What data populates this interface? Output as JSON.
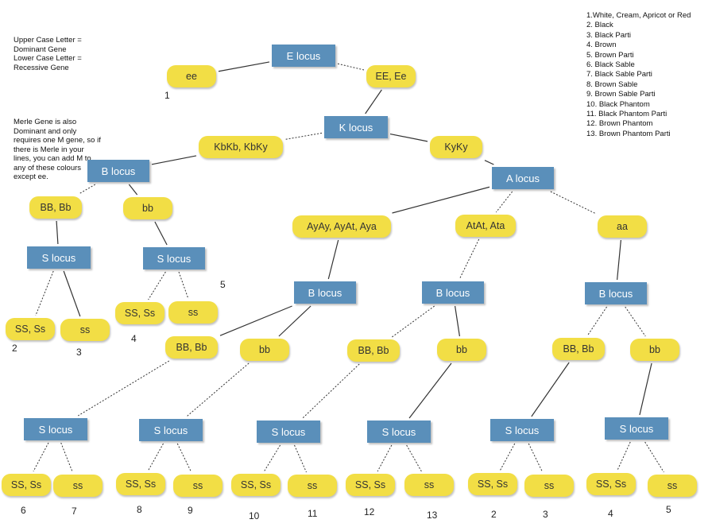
{
  "notes": {
    "genes": "Upper Case Letter =\nDominant Gene\nLower Case Letter =\nRecessive Gene",
    "merle": "Merle Gene is also\nDominant and only\nrequires one M gene, so if\nthere is Merle in your\nlines, you can add M to\nany of these colours\nexcept ee."
  },
  "legend": [
    "1.White, Cream, Apricot or Red",
    "2. Black",
    "3. Black Parti",
    "4. Brown",
    "5. Brown Parti",
    "6. Black Sable",
    "7. Black Sable Parti",
    "8. Brown Sable",
    "9. Brown Sable Parti",
    "10. Black Phantom",
    "11. Black Phantom Parti",
    "12. Brown Phantom",
    "13. Brown Phantom Parti"
  ],
  "colors": {
    "locus_box": "#5a8fba",
    "genotype_pill": "#f2de45",
    "line": "#333333"
  },
  "nodes": [
    {
      "id": "e_locus",
      "kind": "locus",
      "label": "E locus"
    },
    {
      "id": "ee",
      "kind": "genotype",
      "label": "ee"
    },
    {
      "id": "EE_Ee",
      "kind": "genotype",
      "label": "EE, Ee"
    },
    {
      "id": "k_locus",
      "kind": "locus",
      "label": "K locus"
    },
    {
      "id": "KbKb_KbKy",
      "kind": "genotype",
      "label": "KbKb, KbKy"
    },
    {
      "id": "KyKy",
      "kind": "genotype",
      "label": "KyKy"
    },
    {
      "id": "b_locus_1",
      "kind": "locus",
      "label": "B locus"
    },
    {
      "id": "a_locus",
      "kind": "locus",
      "label": "A locus"
    },
    {
      "id": "BB_Bb_1",
      "kind": "genotype",
      "label": "BB, Bb"
    },
    {
      "id": "bb_1",
      "kind": "genotype",
      "label": "bb"
    },
    {
      "id": "AyAy",
      "kind": "genotype",
      "label": "AyAy, AyAt, Aya"
    },
    {
      "id": "AtAt",
      "kind": "genotype",
      "label": "AtAt, Ata"
    },
    {
      "id": "aa",
      "kind": "genotype",
      "label": "aa"
    },
    {
      "id": "s_locus_1",
      "kind": "locus",
      "label": "S locus"
    },
    {
      "id": "s_locus_2",
      "kind": "locus",
      "label": "S locus"
    },
    {
      "id": "b_locus_2",
      "kind": "locus",
      "label": "B locus"
    },
    {
      "id": "b_locus_3",
      "kind": "locus",
      "label": "B locus"
    },
    {
      "id": "b_locus_4",
      "kind": "locus",
      "label": "B locus"
    },
    {
      "id": "SS_Ss_1",
      "kind": "genotype",
      "label": "SS, Ss"
    },
    {
      "id": "ss_1",
      "kind": "genotype",
      "label": "ss"
    },
    {
      "id": "SS_Ss_2",
      "kind": "genotype",
      "label": "SS, Ss"
    },
    {
      "id": "ss_2",
      "kind": "genotype",
      "label": "ss"
    },
    {
      "id": "BB_Bb_2",
      "kind": "genotype",
      "label": "BB, Bb"
    },
    {
      "id": "bb_2",
      "kind": "genotype",
      "label": "bb"
    },
    {
      "id": "BB_Bb_3",
      "kind": "genotype",
      "label": "BB, Bb"
    },
    {
      "id": "bb_3",
      "kind": "genotype",
      "label": "bb"
    },
    {
      "id": "BB_Bb_4",
      "kind": "genotype",
      "label": "BB, Bb"
    },
    {
      "id": "bb_4",
      "kind": "genotype",
      "label": "bb"
    },
    {
      "id": "s_locus_3",
      "kind": "locus",
      "label": "S locus"
    },
    {
      "id": "s_locus_4",
      "kind": "locus",
      "label": "S locus"
    },
    {
      "id": "s_locus_5",
      "kind": "locus",
      "label": "S locus"
    },
    {
      "id": "s_locus_6",
      "kind": "locus",
      "label": "S locus"
    },
    {
      "id": "s_locus_7",
      "kind": "locus",
      "label": "S locus"
    },
    {
      "id": "s_locus_8",
      "kind": "locus",
      "label": "S locus"
    },
    {
      "id": "SS_Ss_3",
      "kind": "genotype",
      "label": "SS, Ss"
    },
    {
      "id": "ss_3",
      "kind": "genotype",
      "label": "ss"
    },
    {
      "id": "SS_Ss_4",
      "kind": "genotype",
      "label": "SS, Ss"
    },
    {
      "id": "ss_4",
      "kind": "genotype",
      "label": "ss"
    },
    {
      "id": "SS_Ss_5",
      "kind": "genotype",
      "label": "SS, Ss"
    },
    {
      "id": "ss_5",
      "kind": "genotype",
      "label": "ss"
    },
    {
      "id": "SS_Ss_6",
      "kind": "genotype",
      "label": "SS, Ss"
    },
    {
      "id": "ss_6",
      "kind": "genotype",
      "label": "ss"
    },
    {
      "id": "SS_Ss_7",
      "kind": "genotype",
      "label": "SS, Ss"
    },
    {
      "id": "ss_7",
      "kind": "genotype",
      "label": "ss"
    },
    {
      "id": "SS_Ss_8",
      "kind": "genotype",
      "label": "SS, Ss"
    },
    {
      "id": "ss_8",
      "kind": "genotype",
      "label": "ss"
    }
  ],
  "edges": [
    {
      "from": "e_locus",
      "to": "ee",
      "style": "solid"
    },
    {
      "from": "e_locus",
      "to": "EE_Ee",
      "style": "dotted"
    },
    {
      "from": "EE_Ee",
      "to": "k_locus",
      "style": "solid"
    },
    {
      "from": "k_locus",
      "to": "KbKb_KbKy",
      "style": "dotted"
    },
    {
      "from": "k_locus",
      "to": "KyKy",
      "style": "solid"
    },
    {
      "from": "KbKb_KbKy",
      "to": "b_locus_1",
      "style": "solid"
    },
    {
      "from": "KyKy",
      "to": "a_locus",
      "style": "solid"
    },
    {
      "from": "b_locus_1",
      "to": "BB_Bb_1",
      "style": "dotted"
    },
    {
      "from": "b_locus_1",
      "to": "bb_1",
      "style": "solid"
    },
    {
      "from": "a_locus",
      "to": "AyAy",
      "style": "solid"
    },
    {
      "from": "a_locus",
      "to": "AtAt",
      "style": "dotted"
    },
    {
      "from": "a_locus",
      "to": "aa",
      "style": "dotted"
    },
    {
      "from": "BB_Bb_1",
      "to": "s_locus_1",
      "style": "solid"
    },
    {
      "from": "bb_1",
      "to": "s_locus_2",
      "style": "solid"
    },
    {
      "from": "AyAy",
      "to": "b_locus_2",
      "style": "solid"
    },
    {
      "from": "AtAt",
      "to": "b_locus_3",
      "style": "dotted"
    },
    {
      "from": "aa",
      "to": "b_locus_4",
      "style": "solid"
    },
    {
      "from": "s_locus_1",
      "to": "SS_Ss_1",
      "style": "dotted"
    },
    {
      "from": "s_locus_1",
      "to": "ss_1",
      "style": "solid"
    },
    {
      "from": "s_locus_2",
      "to": "SS_Ss_2",
      "style": "dotted"
    },
    {
      "from": "s_locus_2",
      "to": "ss_2",
      "style": "dotted"
    },
    {
      "from": "b_locus_2",
      "to": "BB_Bb_2",
      "style": "solid"
    },
    {
      "from": "b_locus_2",
      "to": "bb_2",
      "style": "solid"
    },
    {
      "from": "b_locus_3",
      "to": "BB_Bb_3",
      "style": "dotted"
    },
    {
      "from": "b_locus_3",
      "to": "bb_3",
      "style": "solid"
    },
    {
      "from": "b_locus_4",
      "to": "BB_Bb_4",
      "style": "dotted"
    },
    {
      "from": "b_locus_4",
      "to": "bb_4",
      "style": "dotted"
    },
    {
      "from": "BB_Bb_2",
      "to": "s_locus_3",
      "style": "dotted"
    },
    {
      "from": "bb_2",
      "to": "s_locus_4",
      "style": "dotted"
    },
    {
      "from": "BB_Bb_3",
      "to": "s_locus_5",
      "style": "dotted"
    },
    {
      "from": "bb_3",
      "to": "s_locus_6",
      "style": "solid"
    },
    {
      "from": "BB_Bb_4",
      "to": "s_locus_7",
      "style": "solid"
    },
    {
      "from": "bb_4",
      "to": "s_locus_8",
      "style": "solid"
    },
    {
      "from": "s_locus_3",
      "to": "SS_Ss_3",
      "style": "dotted"
    },
    {
      "from": "s_locus_3",
      "to": "ss_3",
      "style": "dotted"
    },
    {
      "from": "s_locus_4",
      "to": "SS_Ss_4",
      "style": "dotted"
    },
    {
      "from": "s_locus_4",
      "to": "ss_4",
      "style": "dotted"
    },
    {
      "from": "s_locus_5",
      "to": "SS_Ss_5",
      "style": "dotted"
    },
    {
      "from": "s_locus_5",
      "to": "ss_5",
      "style": "dotted"
    },
    {
      "from": "s_locus_6",
      "to": "SS_Ss_6",
      "style": "dotted"
    },
    {
      "from": "s_locus_6",
      "to": "ss_6",
      "style": "dotted"
    },
    {
      "from": "s_locus_7",
      "to": "SS_Ss_7",
      "style": "dotted"
    },
    {
      "from": "s_locus_7",
      "to": "ss_7",
      "style": "dotted"
    },
    {
      "from": "s_locus_8",
      "to": "SS_Ss_8",
      "style": "dotted"
    },
    {
      "from": "s_locus_8",
      "to": "ss_8",
      "style": "dotted"
    }
  ],
  "outcomes": [
    {
      "id": "out_ee",
      "label": "1"
    },
    {
      "id": "out_SS_Ss_1",
      "label": "2"
    },
    {
      "id": "out_ss_1",
      "label": "3"
    },
    {
      "id": "out_SS_Ss_2",
      "label": "4"
    },
    {
      "id": "out_ss_2",
      "label": "5"
    },
    {
      "id": "out_SS_Ss_3",
      "label": "6"
    },
    {
      "id": "out_ss_3",
      "label": "7"
    },
    {
      "id": "out_SS_Ss_4",
      "label": "8"
    },
    {
      "id": "out_ss_4",
      "label": "9"
    },
    {
      "id": "out_SS_Ss_5",
      "label": "10"
    },
    {
      "id": "out_ss_5",
      "label": "11"
    },
    {
      "id": "out_SS_Ss_6",
      "label": "12"
    },
    {
      "id": "out_ss_6",
      "label": "13"
    },
    {
      "id": "out_SS_Ss_7",
      "label": "2"
    },
    {
      "id": "out_ss_7",
      "label": "3"
    },
    {
      "id": "out_SS_Ss_8",
      "label": "4"
    },
    {
      "id": "out_ss_8",
      "label": "5"
    }
  ]
}
